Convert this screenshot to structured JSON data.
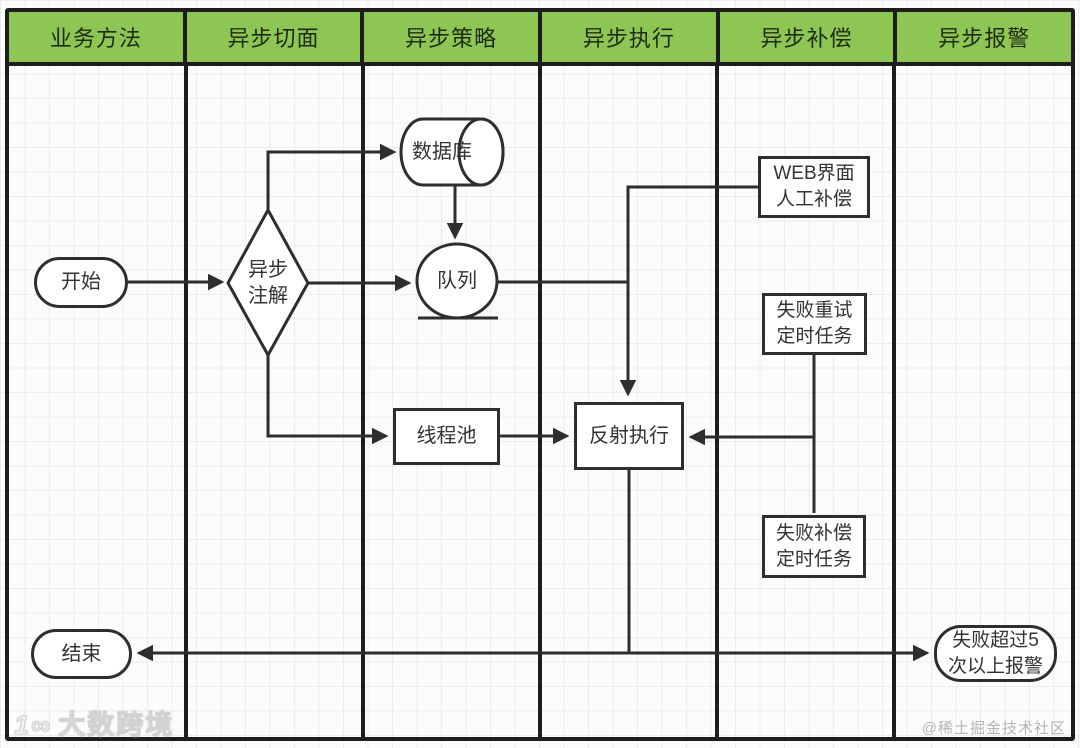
{
  "lanes": [
    {
      "label": "业务方法"
    },
    {
      "label": "异步切面"
    },
    {
      "label": "异步策略"
    },
    {
      "label": "异步执行"
    },
    {
      "label": "异步补偿"
    },
    {
      "label": "异步报警"
    }
  ],
  "nodes": {
    "start": {
      "label": "开始"
    },
    "annotation": {
      "line1": "异步",
      "line2": "注解"
    },
    "database": {
      "label": "数据库"
    },
    "queue": {
      "label": "队列"
    },
    "threadpool": {
      "label": "线程池"
    },
    "reflect": {
      "label": "反射执行"
    },
    "web_comp": {
      "line1": "WEB界面",
      "line2": "人工补偿"
    },
    "retry": {
      "line1": "失败重试",
      "line2": "定时任务"
    },
    "comp": {
      "line1": "失败补偿",
      "line2": "定时任务"
    },
    "end": {
      "label": "结束"
    },
    "alert": {
      "line1": "失败超过5",
      "line2": "次以上报警"
    }
  },
  "watermarks": {
    "bottom_left_logo": "1∞",
    "bottom_left": "大数跨境",
    "bottom_right": "@稀土掘金技术社区"
  },
  "colors": {
    "header_green": "#8dc653",
    "frame_dark": "#1d1d1d",
    "stroke_dark": "#2e2e2e"
  }
}
